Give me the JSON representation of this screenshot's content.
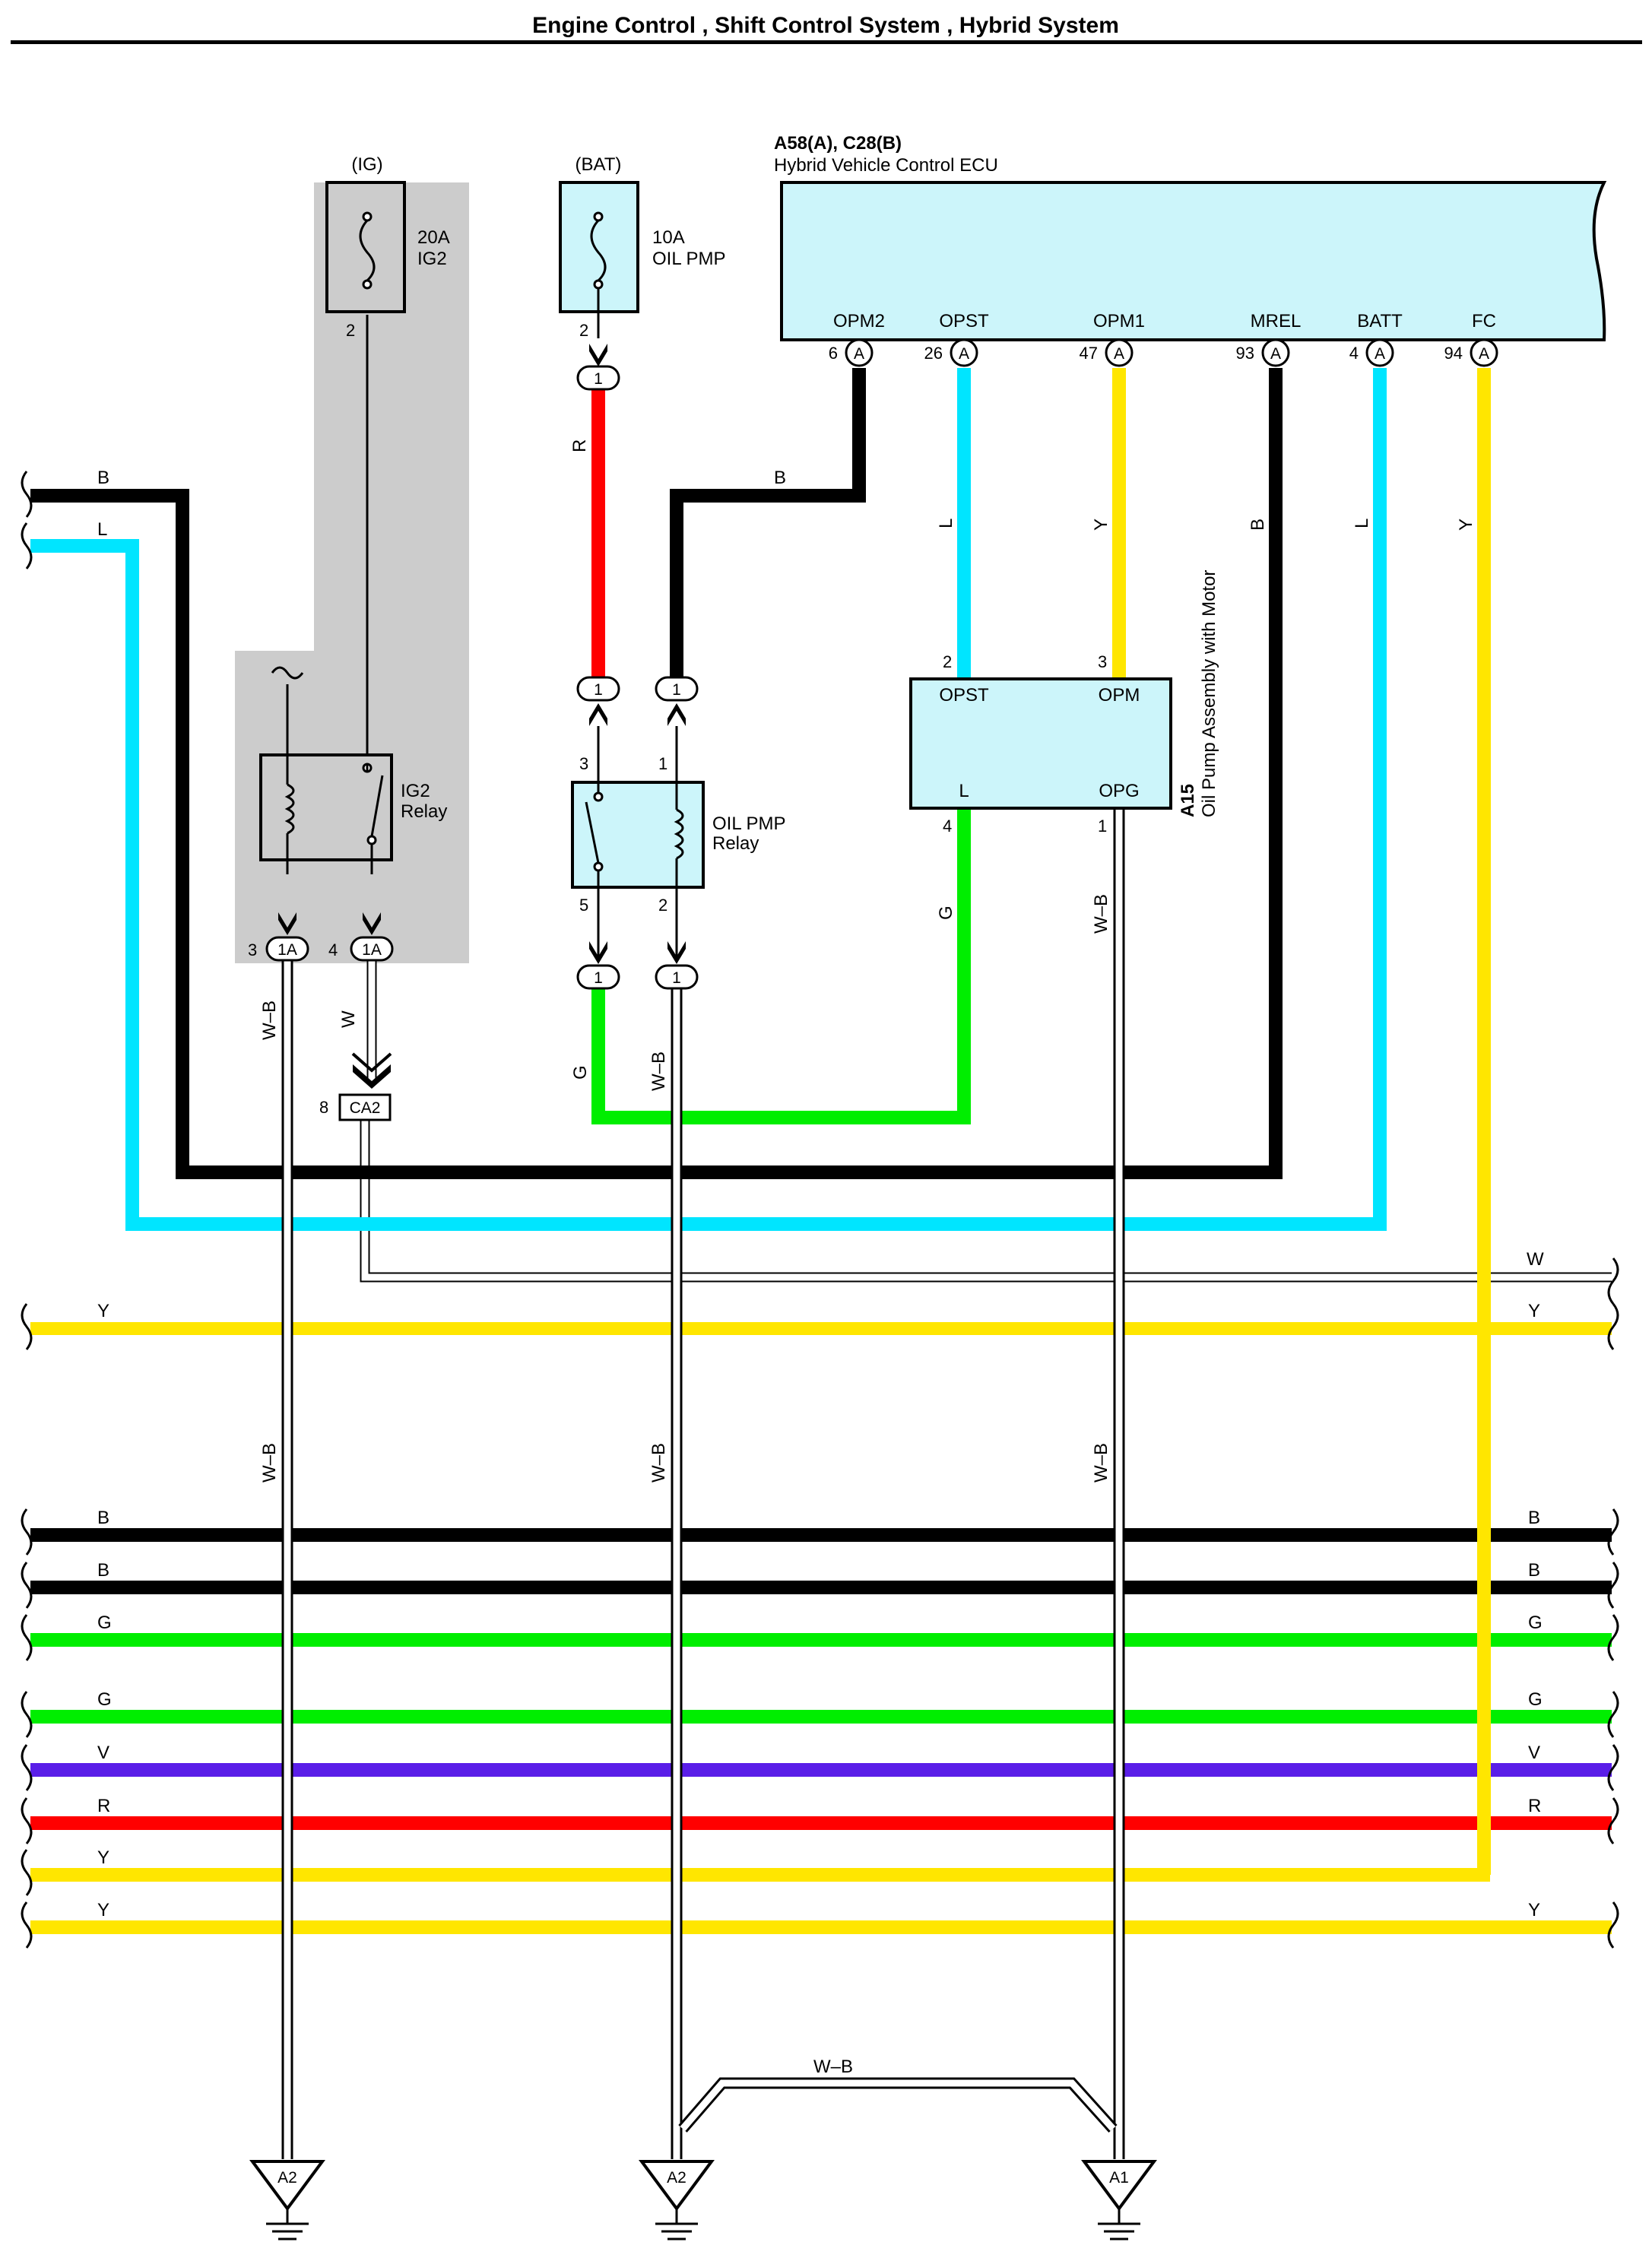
{
  "header": {
    "title": "Engine Control , Shift Control System , Hybrid System"
  },
  "colors": {
    "B": "#000000",
    "L": "#00e5ff",
    "Y": "#ffe600",
    "G": "#00ee00",
    "R": "#ff0000",
    "V": "#5a1ee8",
    "W": "#ffffff",
    "W-B": "#ffffff",
    "component_fill": "#ccf5fa",
    "shade": "#cccccc"
  },
  "ecu": {
    "codes": "A58(A), C28(B)",
    "name": "Hybrid Vehicle Control ECU",
    "pins": [
      {
        "name": "OPM2",
        "num": "6",
        "conn": "A"
      },
      {
        "name": "OPST",
        "num": "26",
        "conn": "A"
      },
      {
        "name": "OPM1",
        "num": "47",
        "conn": "A"
      },
      {
        "name": "MREL",
        "num": "93",
        "conn": "A"
      },
      {
        "name": "BATT",
        "num": "4",
        "conn": "A"
      },
      {
        "name": "FC",
        "num": "94",
        "conn": "A"
      }
    ]
  },
  "fuse_ig": {
    "source": "(IG)",
    "rating": "20A",
    "name": "IG2",
    "pin": "2"
  },
  "fuse_bat": {
    "source": "(BAT)",
    "rating": "10A",
    "name": "OIL PMP",
    "pin": "2"
  },
  "ig2_relay": {
    "name": "IG2",
    "sub": "Relay"
  },
  "oil_relay": {
    "name": "OIL PMP",
    "sub": "Relay",
    "pins": [
      "3",
      "1",
      "5",
      "2"
    ]
  },
  "oil_pump": {
    "code": "A15",
    "name": "Oil Pump Assembly with Motor",
    "pins": [
      {
        "name": "OPST",
        "num": "2"
      },
      {
        "name": "OPM",
        "num": "3"
      },
      {
        "name": "L",
        "num": "4"
      },
      {
        "name": "OPG",
        "num": "1"
      }
    ]
  },
  "connectors": {
    "c1": "1",
    "c1a": "1A",
    "ca2": "CA2",
    "pin3": "3",
    "pin4": "4",
    "pin8": "8"
  },
  "grounds": [
    "A2",
    "A2",
    "A1"
  ],
  "wire_labels": {
    "B": "B",
    "L": "L",
    "R": "R",
    "Y": "Y",
    "G": "G",
    "V": "V",
    "W": "W",
    "WB": "W–B"
  },
  "bus_left": [
    "Y",
    "B",
    "B",
    "G",
    "G",
    "V",
    "R",
    "Y",
    "Y"
  ],
  "bus_right": [
    "W",
    "Y",
    "B",
    "B",
    "G",
    "G",
    "V",
    "R",
    "Y"
  ]
}
